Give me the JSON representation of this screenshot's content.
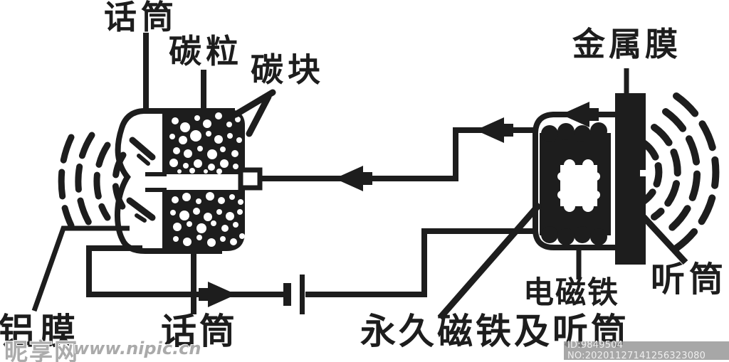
{
  "labels": {
    "microphone_top": "话筒",
    "carbon_granules": "碳粒",
    "carbon_block": "碳块",
    "metal_membrane": "金属膜",
    "aluminum_membrane": "铝膜",
    "microphone_bottom": "话筒",
    "permanent_magnet_and_receiver": "永久磁铁及听筒",
    "electromagnet": "电磁铁",
    "receiver": "听筒"
  },
  "watermark": {
    "site_name": "昵享网",
    "site_url": "www.nipic.cn",
    "id_text": "ID:9849504 NO:20201127141256323080"
  },
  "colors": {
    "ink": "#1d1d1d",
    "background": "#ffffff",
    "watermark_gray": "#969696",
    "idbar_bg": "#949494",
    "idbar_text": "#efefef"
  }
}
